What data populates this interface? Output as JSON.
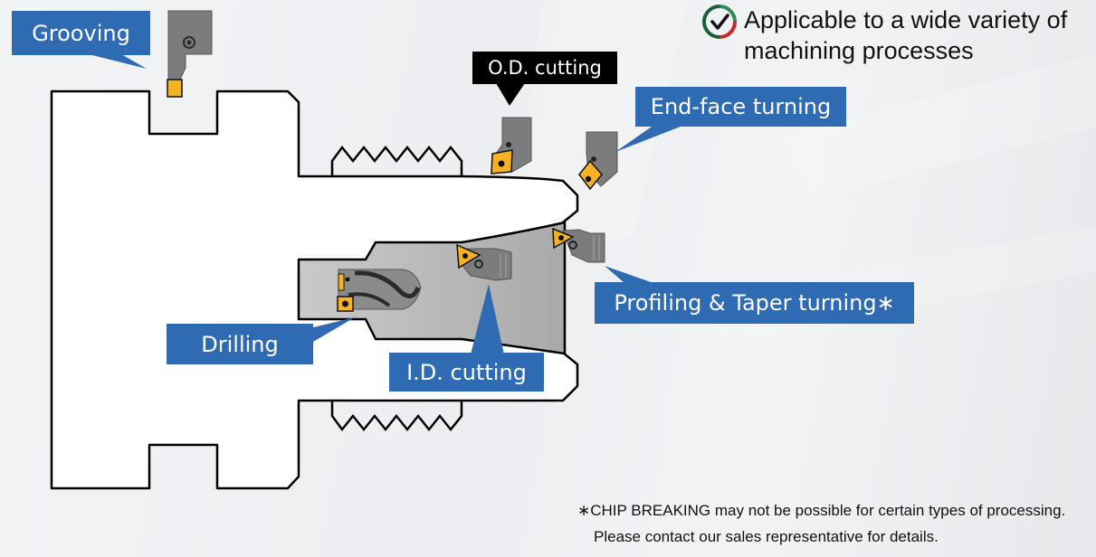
{
  "headline": {
    "icon": "check-circle-icon",
    "text_line1": "Applicable to a wide variety of",
    "text_line2": "machining processes"
  },
  "labels": {
    "grooving": "Grooving",
    "od_cutting": "O.D. cutting",
    "end_face": "End-face turning",
    "profiling": "Profiling & Taper turning∗",
    "drilling": "Drilling",
    "id_cutting": "I.D. cutting"
  },
  "footnote": {
    "line1": "∗CHIP BREAKING may not be possible for certain types of processing.",
    "line2": "Please contact our sales representative for details."
  },
  "colors": {
    "label_blue": "#2f6bb3",
    "label_black": "#000000",
    "insert_yellow": "#f5b324",
    "tool_gray": "#7b7c7e",
    "bore_gray": "#b9b9b9",
    "check_green": "#2e8b57",
    "check_red": "#c62828"
  }
}
